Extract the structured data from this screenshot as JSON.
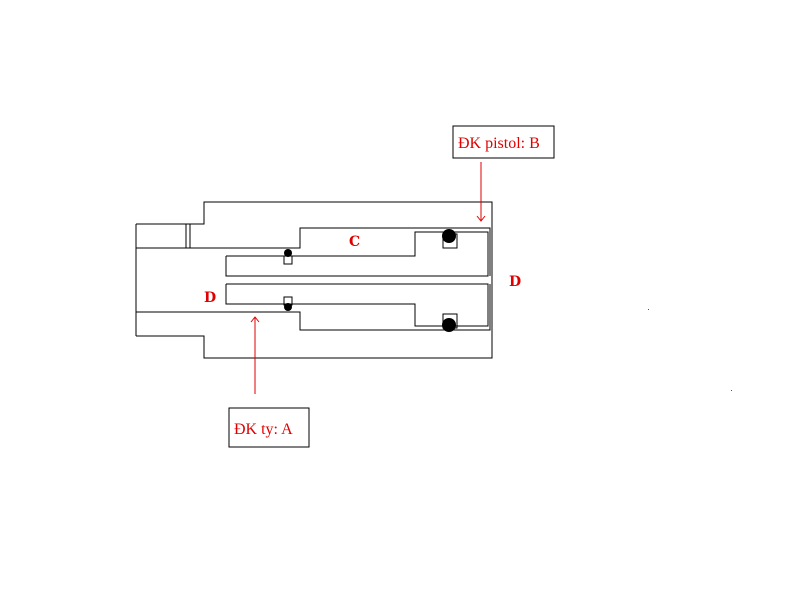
{
  "labels": {
    "pistol_box": "ĐK pistol: B",
    "rod_box": "ĐK ty: A",
    "region_c": "C",
    "region_d_left": "D",
    "region_d_right": "D"
  },
  "colors": {
    "annotation": "#e00000",
    "outline": "#000000"
  }
}
